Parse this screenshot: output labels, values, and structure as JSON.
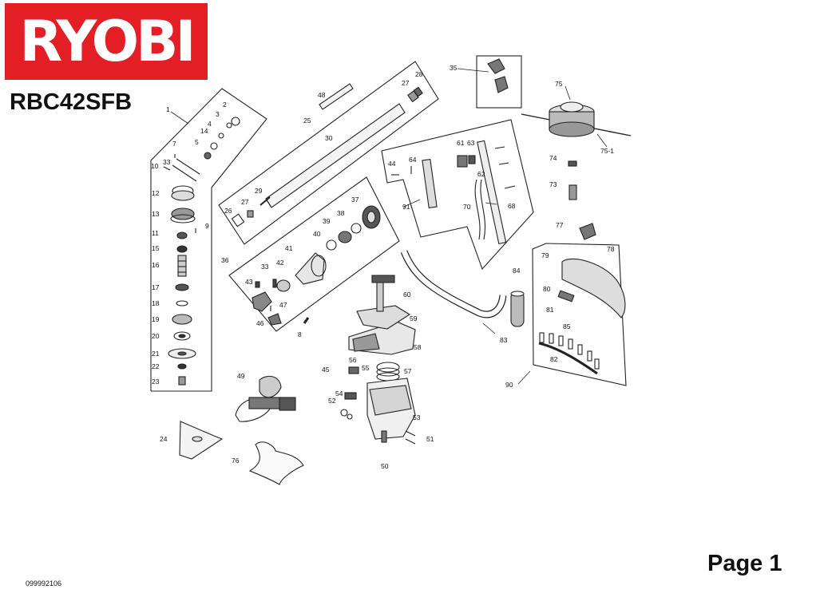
{
  "brand": {
    "name": "RYOBI",
    "color": "#e31e24"
  },
  "model": "RBC42SFB",
  "page_label": "Page 1",
  "doc_number": "099992106",
  "part_numbers": [
    "1",
    "2",
    "3",
    "4",
    "5",
    "7",
    "8",
    "9",
    "10",
    "11",
    "12",
    "13",
    "14",
    "15",
    "16",
    "17",
    "18",
    "19",
    "20",
    "21",
    "22",
    "23",
    "24",
    "25",
    "26",
    "27",
    "28",
    "29",
    "30",
    "33",
    "35",
    "36",
    "37",
    "38",
    "39",
    "40",
    "41",
    "42",
    "43",
    "44",
    "45",
    "46",
    "47",
    "48",
    "49",
    "50",
    "51",
    "52",
    "53",
    "54",
    "55",
    "56",
    "57",
    "58",
    "59",
    "60",
    "61",
    "62",
    "63",
    "64",
    "68",
    "70",
    "73",
    "74",
    "75",
    "75-1",
    "76",
    "77",
    "78",
    "79",
    "80",
    "81",
    "82",
    "83",
    "84",
    "85",
    "90",
    "91"
  ]
}
